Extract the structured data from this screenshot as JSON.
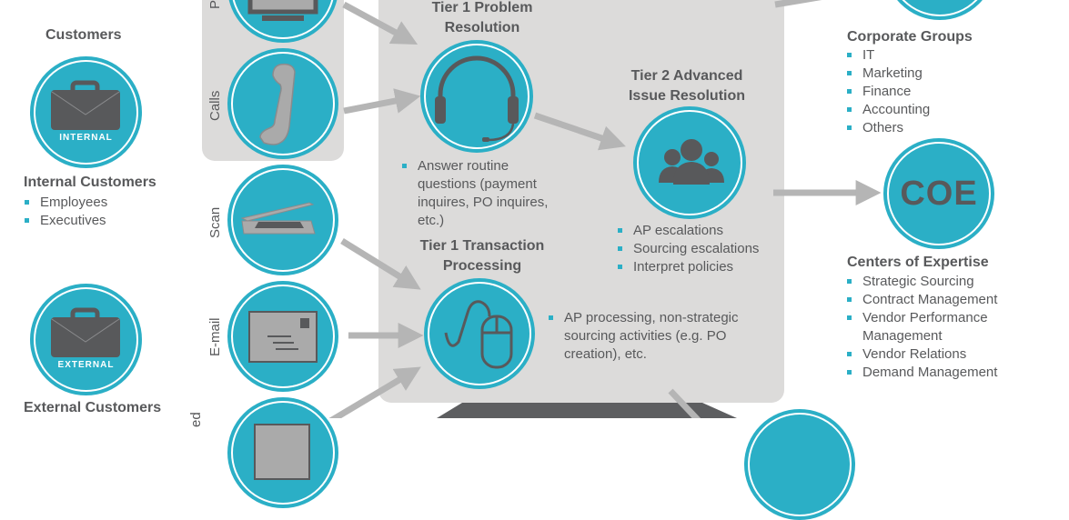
{
  "colors": {
    "teal": "#2bafc6",
    "panel": "#dcdbda",
    "dark": "#58595b",
    "arrow": "#b5b5b5",
    "icon_gray": "#aaaaaa"
  },
  "customers": {
    "title": "Customers",
    "internal": {
      "badge": "INTERNAL",
      "heading": "Internal Customers",
      "items": [
        "Employees",
        "Executives"
      ]
    },
    "external": {
      "badge": "EXTERNAL",
      "heading": "External Customers"
    }
  },
  "channels": [
    {
      "label": "P",
      "icon": "monitor-icon"
    },
    {
      "label": "Calls",
      "icon": "phone-icon"
    },
    {
      "label": "Scan",
      "icon": "scanner-icon"
    },
    {
      "label": "E-mail",
      "icon": "envelope-icon"
    },
    {
      "label": "ed",
      "icon": "document-icon"
    }
  ],
  "tier1_problem": {
    "title_line1": "Tier 1 Problem",
    "title_line2": "Resolution",
    "icon": "headset-icon",
    "bullets": [
      "Answer routine questions (payment inquires, PO inquires, etc.)"
    ]
  },
  "tier2": {
    "title_line1": "Tier 2 Advanced",
    "title_line2": "Issue Resolution",
    "icon": "people-icon",
    "bullets": [
      "AP escalations",
      "Sourcing escalations",
      "Interpret policies"
    ]
  },
  "tier1_transaction": {
    "title_line1": "Tier 1 Transaction",
    "title_line2": "Processing",
    "icon": "mouse-icon",
    "bullets": [
      "AP processing, non-strategic sourcing activities (e.g. PO creation), etc."
    ]
  },
  "corporate_groups": {
    "heading": "Corporate Groups",
    "items": [
      "IT",
      "Marketing",
      "Finance",
      "Accounting",
      "Others"
    ]
  },
  "coe": {
    "badge": "COE",
    "heading": "Centers of Expertise",
    "items": [
      "Strategic Sourcing",
      "Contract Management",
      "Vendor Performance Management",
      "Vendor Relations",
      "Demand Management"
    ]
  }
}
